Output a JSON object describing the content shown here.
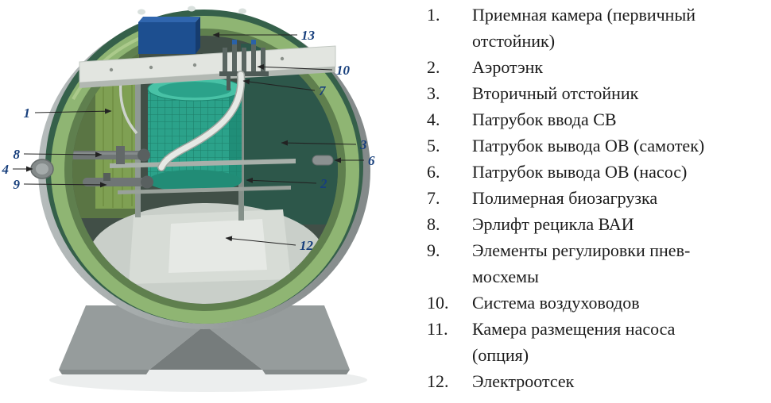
{
  "legend": {
    "items": [
      {
        "num": "1.",
        "text": "Приемная камера (первичный отстойник)"
      },
      {
        "num": "2.",
        "text": "Аэротэнк"
      },
      {
        "num": "3.",
        "text": "Вторичный отстойник"
      },
      {
        "num": "4.",
        "text": "Патрубок ввода СВ"
      },
      {
        "num": "5.",
        "text": "Патрубок вывода ОВ (самотек)"
      },
      {
        "num": "6.",
        "text": "Патрубок вывода ОВ (насос)"
      },
      {
        "num": "7.",
        "text": "Полимерная биозагрузка"
      },
      {
        "num": "8.",
        "text": "Эрлифт рецикла ВАИ"
      },
      {
        "num": "9.",
        "text": "Элементы регулировки пнев-мосхемы"
      },
      {
        "num": "10.",
        "text": "Система воздуховодов"
      },
      {
        "num": "11.",
        "text": "Камера размещения насоса (опция)"
      },
      {
        "num": "12.",
        "text": "Электроотсек"
      }
    ]
  },
  "diagram": {
    "callouts": [
      {
        "label": "13"
      },
      {
        "label": "10"
      },
      {
        "label": "7"
      },
      {
        "label": "1"
      },
      {
        "label": "3"
      },
      {
        "label": "8"
      },
      {
        "label": "6"
      },
      {
        "label": "4"
      },
      {
        "label": "2"
      },
      {
        "label": "9"
      },
      {
        "label": "12"
      }
    ]
  },
  "colors": {
    "callout_number": "#173f7c",
    "legend_text": "#1b1b1b",
    "tank_rim_green": "#8fb573",
    "biofilter_teal": "#2ba28a",
    "equipment_box_blue": "#1d4f90",
    "tank_shell_gray": "#9da3a3"
  }
}
